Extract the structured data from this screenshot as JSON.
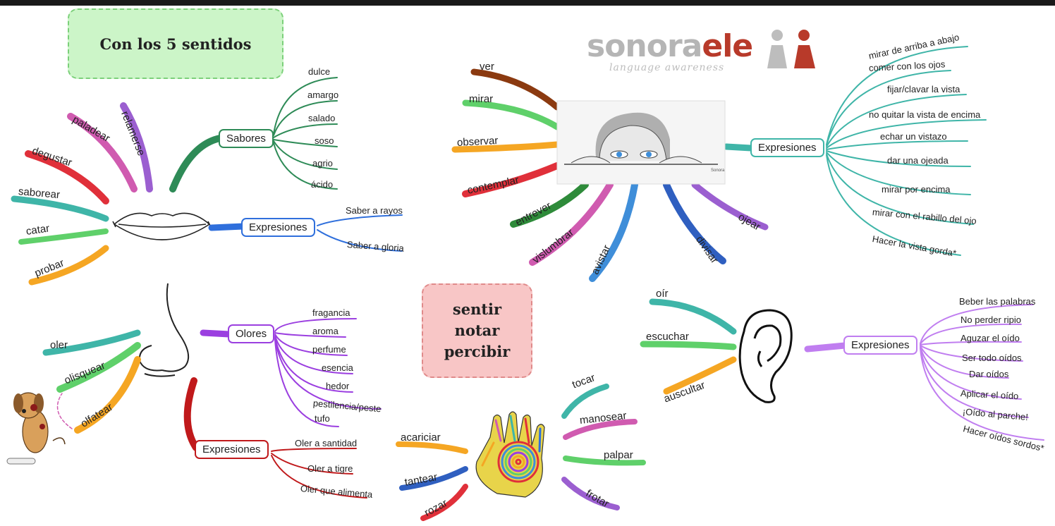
{
  "title_box": "Con los 5 sentidos",
  "center_box": {
    "line1": "sentir",
    "line2": "notar",
    "line3": "percibir"
  },
  "logo": {
    "main": "sonora",
    "accent": "ele",
    "subtitle": "language awareness"
  },
  "taste": {
    "verbs": [
      "relamerse",
      "paladear",
      "degustar",
      "saborear",
      "catar",
      "probar"
    ],
    "sabores_node": "Sabores",
    "sabores": [
      "dulce",
      "amargo",
      "salado",
      "soso",
      "agrio",
      "ácido"
    ],
    "expr_node": "Expresiones",
    "expresiones": [
      "Saber a rayos",
      "Saber a gloria"
    ]
  },
  "sight": {
    "verbs": [
      "ver",
      "mirar",
      "observar",
      "contemplar",
      "entrever",
      "vislumbrar",
      "avistar",
      "divisar",
      "ojear"
    ],
    "expr_node": "Expresiones",
    "expresiones": [
      "mirar de arriba a abajo",
      "comer con los ojos",
      "fijar/clavar la vista",
      "no quitar la vista de encima",
      "echar un vistazo",
      "dar una ojeada",
      "mirar por encima",
      "mirar con el rabillo del ojo",
      "Hacer la vista gorda*"
    ]
  },
  "smell": {
    "verbs": [
      "oler",
      "olisquear",
      "olfatear"
    ],
    "olores_node": "Olores",
    "olores": [
      "fragancia",
      "aroma",
      "perfume",
      "esencia",
      "hedor",
      "pestilencia/peste",
      "tufo"
    ],
    "expr_node": "Expresiones",
    "expresiones": [
      "Oler a santidad",
      "Oler a tigre",
      "Oler que alimenta"
    ]
  },
  "touch": {
    "left_verbs": [
      "acariciar",
      "tantear",
      "rozar"
    ],
    "right_verbs": [
      "tocar",
      "manosear",
      "palpar",
      "frotar"
    ]
  },
  "hearing": {
    "verbs": [
      "oír",
      "escuchar",
      "auscultar"
    ],
    "expr_node": "Expresiones",
    "expresiones": [
      "Beber las palabras",
      "No perder ripio",
      "Aguzar el oído",
      "Ser todo oídos",
      "Dar oídos",
      "Aplicar el oído",
      "¡Oído al parche!",
      "Hacer oídos sordos*"
    ]
  },
  "colors": {
    "green": "#2e8b57",
    "teal": "#3fb5a8",
    "blue": "#2f6fdc",
    "purple": "#9b3fe0",
    "red": "#c0191b",
    "orange": "#f5a623",
    "pink": "#d05bb0",
    "lilac": "#c07ef0"
  }
}
